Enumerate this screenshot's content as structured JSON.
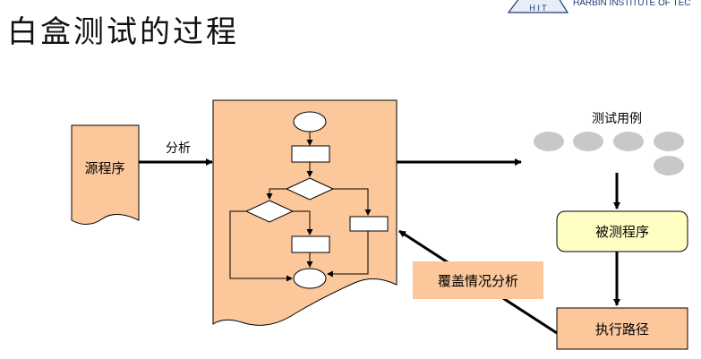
{
  "header": {
    "title": "白盒测试的过程",
    "logo_text": "HARBIN INSTITUTE OF TEC",
    "logo_badge": "H I T"
  },
  "diagram": {
    "source_label": "源程序",
    "analyze_label": "分析",
    "test_cases_label": "测试用例",
    "program_under_test_label": "被测程序",
    "execution_path_label": "执行路径",
    "coverage_label": "覆盖情况分析"
  },
  "colors": {
    "peach": "#fbc79b",
    "yellow": "#ffffc4",
    "gray_oval": "#c8c8c8",
    "dark": "#000000"
  }
}
